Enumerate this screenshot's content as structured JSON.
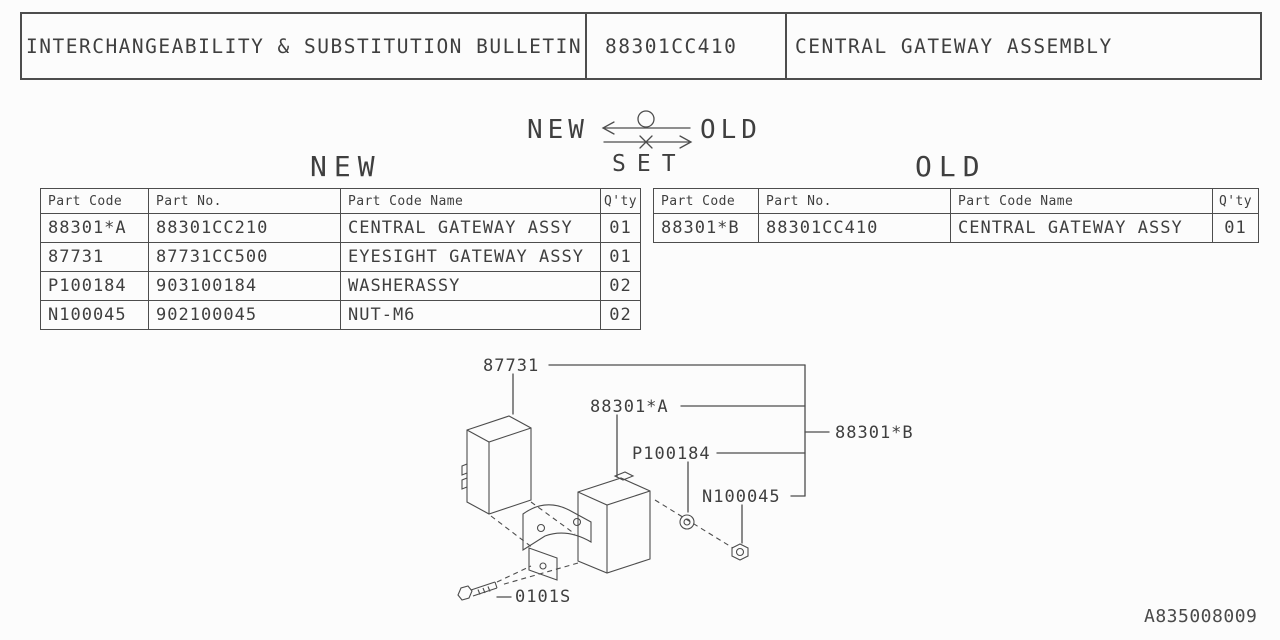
{
  "colors": {
    "background": "#fcfcfc",
    "text": "#3f3f3f",
    "line": "#4d4d4d"
  },
  "header": {
    "title": "INTERCHANGEABILITY & SUBSTITUTION BULLETIN",
    "part_no": "88301CC410",
    "part_name": "CENTRAL GATEWAY ASSEMBLY"
  },
  "legend": {
    "new": "NEW",
    "old": "OLD",
    "set": "SET"
  },
  "new_table": {
    "title": "NEW",
    "headers": [
      "Part Code",
      "Part No.",
      "Part Code Name",
      "Q'ty"
    ],
    "rows": [
      {
        "part_code": "88301*A",
        "part_no": "88301CC210",
        "part_code_name": "CENTRAL GATEWAY ASSY",
        "qty": "01"
      },
      {
        "part_code": "87731",
        "part_no": "87731CC500",
        "part_code_name": "EYESIGHT GATEWAY ASSY",
        "qty": "01"
      },
      {
        "part_code": "P100184",
        "part_no": "903100184",
        "part_code_name": "WASHERASSY",
        "qty": "02"
      },
      {
        "part_code": "N100045",
        "part_no": "902100045",
        "part_code_name": "NUT-M6",
        "qty": "02"
      }
    ]
  },
  "old_table": {
    "title": "OLD",
    "headers": [
      "Part Code",
      "Part No.",
      "Part Code Name",
      "Q'ty"
    ],
    "rows": [
      {
        "part_code": "88301*B",
        "part_no": "88301CC410",
        "part_code_name": "CENTRAL GATEWAY ASSY",
        "qty": "01"
      }
    ]
  },
  "diagram": {
    "labels": {
      "eyesight_gateway": "87731",
      "central_gateway_new": "88301*A",
      "washer": "P100184",
      "nut": "N100045",
      "central_gateway_old": "88301*B",
      "bolt": "0101S"
    }
  },
  "footer": {
    "drawing_code": "A835008009"
  }
}
